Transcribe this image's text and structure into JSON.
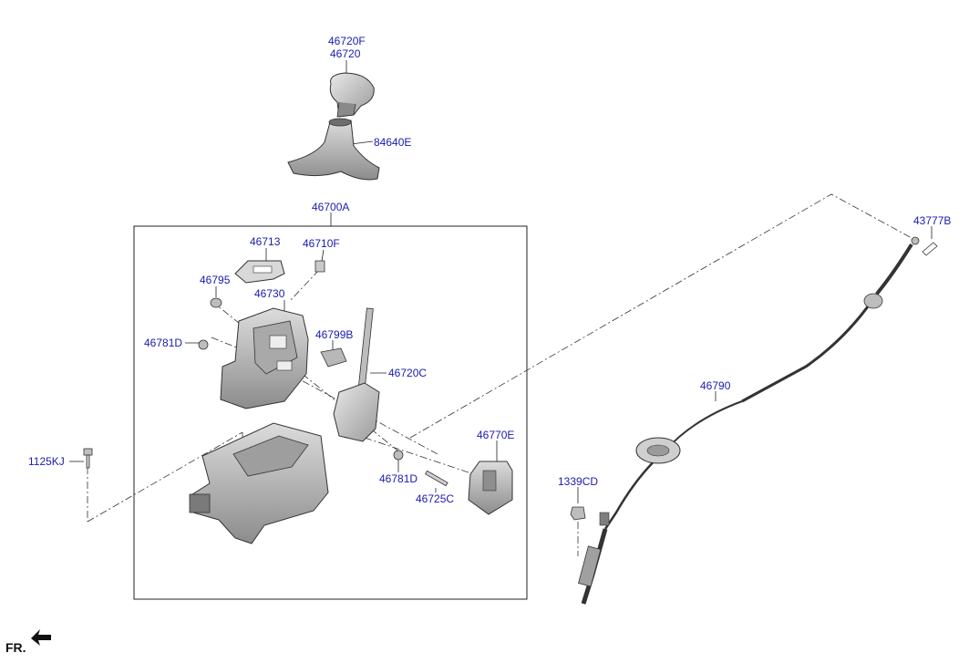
{
  "parts": {
    "p46720F": "46720F",
    "p46720": "46720",
    "p84640E": "84640E",
    "p46700A": "46700A",
    "p46713": "46713",
    "p46710F": "46710F",
    "p46795": "46795",
    "p46730": "46730",
    "p46781D_a": "46781D",
    "p46799B": "46799B",
    "p46720C": "46720C",
    "p46770E": "46770E",
    "p46781D_b": "46781D",
    "p46725C": "46725C",
    "p1125KJ": "1125KJ",
    "p46790": "46790",
    "p43777B": "43777B",
    "p1339CD": "1339CD"
  },
  "direction": {
    "label": "FR.",
    "icon": "front-arrow-icon"
  },
  "colors": {
    "label_text": "#1a1ab0",
    "line": "#222222",
    "part_fill": "#cfcfcf",
    "part_dark": "#8a8a8a"
  }
}
